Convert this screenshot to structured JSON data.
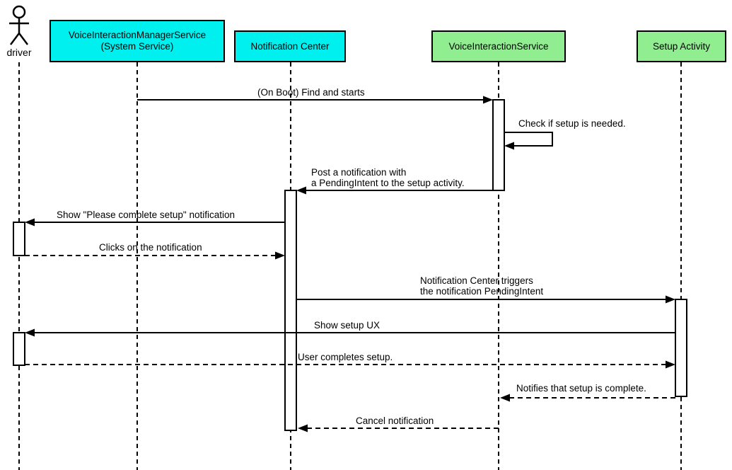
{
  "diagram_type": "uml-sequence-diagram",
  "colors": {
    "participant_cyan": "#00F0F0",
    "participant_green": "#90EE90",
    "stroke": "#000000",
    "background": "#FFFFFF"
  },
  "actor": {
    "label": "driver"
  },
  "participants": [
    {
      "id": "voice-interaction-manager-service",
      "label_line1": "VoiceInteractionManagerService",
      "label_line2": "(System Service)",
      "color": "cyan"
    },
    {
      "id": "notification-center",
      "label_line1": "Notification Center",
      "color": "cyan"
    },
    {
      "id": "voice-interaction-service",
      "label_line1": "VoiceInteractionService",
      "color": "green"
    },
    {
      "id": "setup-activity",
      "label_line1": "Setup Activity",
      "color": "green"
    }
  ],
  "messages": [
    {
      "text": "(On Boot) Find and starts",
      "from": "VoiceInteractionManagerService (System Service)",
      "to": "VoiceInteractionService",
      "line_style": "solid"
    },
    {
      "text": "Check if setup is needed.",
      "from": "VoiceInteractionService",
      "to": "VoiceInteractionService",
      "line_style": "solid-self"
    },
    {
      "text_line1": "Post a notification with",
      "text_line2": "a PendingIntent to the setup activity.",
      "from": "VoiceInteractionService",
      "to": "Notification Center",
      "line_style": "solid"
    },
    {
      "text": "Show \"Please complete setup\" notification",
      "from": "Notification Center",
      "to": "driver",
      "line_style": "solid"
    },
    {
      "text": "Clicks on the notification",
      "from": "driver",
      "to": "Notification Center",
      "line_style": "dashed"
    },
    {
      "text_line1": "Notification Center triggers",
      "text_line2": "the notification PendingIntent",
      "from": "Notification Center",
      "to": "Setup Activity",
      "line_style": "solid"
    },
    {
      "text": "Show setup UX",
      "from": "Setup Activity",
      "to": "driver",
      "line_style": "solid"
    },
    {
      "text": "User completes setup.",
      "from": "driver",
      "to": "Setup Activity",
      "line_style": "dashed"
    },
    {
      "text": "Notifies that setup is complete.",
      "from": "Setup Activity",
      "to": "VoiceInteractionService",
      "line_style": "dashed"
    },
    {
      "text": "Cancel notification",
      "from": "VoiceInteractionService",
      "to": "Notification Center",
      "line_style": "dashed"
    }
  ]
}
